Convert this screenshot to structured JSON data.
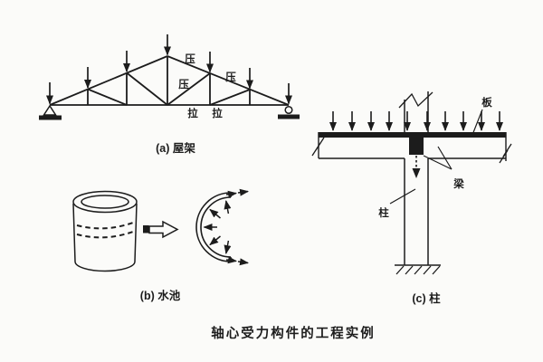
{
  "colors": {
    "ink": "#1c1c1c",
    "paper": "#fbfbf9"
  },
  "panel_a": {
    "caption": "(a) 屋架",
    "labels": {
      "compression_top": "压",
      "compression_mid": "压",
      "compression_right": "压",
      "tension_left": "拉",
      "tension_right": "拉"
    }
  },
  "panel_b": {
    "caption": "(b) 水池"
  },
  "panel_c": {
    "caption": "(c) 柱",
    "labels": {
      "slab": "板",
      "beam": "梁",
      "column": "柱"
    }
  },
  "main_caption": "轴心受力构件的工程实例"
}
